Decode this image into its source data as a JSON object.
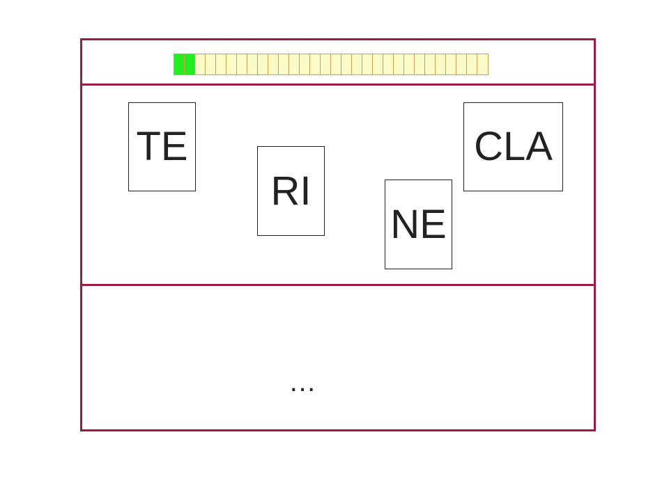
{
  "progress": {
    "total_segments": 30,
    "completed_segments": 2,
    "completed_color": "#22ee22",
    "remaining_color": "#fbfbc8"
  },
  "syllables": [
    {
      "id": "te",
      "text": "TE"
    },
    {
      "id": "ri",
      "text": "RI"
    },
    {
      "id": "ne",
      "text": "NE"
    },
    {
      "id": "cla",
      "text": "CLA"
    }
  ],
  "answer": {
    "text": "…"
  },
  "colors": {
    "frame_border": "#9b1b45"
  }
}
